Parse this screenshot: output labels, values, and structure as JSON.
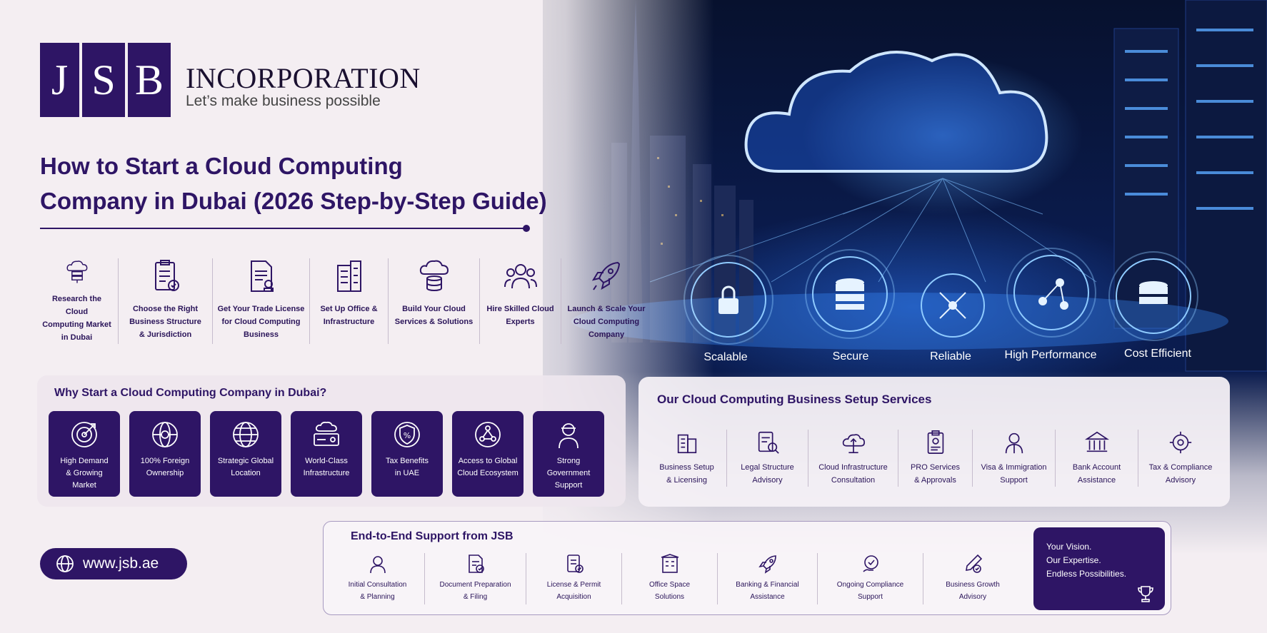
{
  "brand": {
    "letters": [
      "J",
      "S",
      "B"
    ],
    "name": "INCORPORATION",
    "tagline": "Let’s make business possible"
  },
  "title": {
    "line1": "How to Start a Cloud Computing",
    "line2": "Company in Dubai (2026 Step-by-Step Guide)"
  },
  "steps": [
    {
      "icon": "cloud-server-icon",
      "l1": "Research the Cloud",
      "l2": "Computing Market",
      "l3": "in Dubai"
    },
    {
      "icon": "clipboard-check-icon",
      "l1": "Choose the Right",
      "l2": "Business Structure",
      "l3": "& Jurisdiction"
    },
    {
      "icon": "document-stamp-icon",
      "l1": "Get Your Trade License",
      "l2": "for Cloud Computing",
      "l3": "Business"
    },
    {
      "icon": "office-building-icon",
      "l1": "Set Up Office &",
      "l2": "Infrastructure",
      "l3": ""
    },
    {
      "icon": "cloud-database-icon",
      "l1": "Build Your Cloud",
      "l2": "Services & Solutions",
      "l3": ""
    },
    {
      "icon": "team-icon",
      "l1": "Hire Skilled Cloud",
      "l2": "Experts",
      "l3": ""
    },
    {
      "icon": "rocket-icon",
      "l1": "Launch & Scale Your",
      "l2": "Cloud Computing",
      "l3": "Company"
    }
  ],
  "hero_labels": [
    "Scalable",
    "Secure",
    "Reliable",
    "High Performance",
    "Cost Efficient"
  ],
  "why": {
    "title": "Why Start a Cloud Computing Company in Dubai?",
    "cards": [
      {
        "icon": "target-growth-icon",
        "l1": "High Demand",
        "l2": "& Growing",
        "l3": "Market"
      },
      {
        "icon": "globe-ownership-icon",
        "l1": "100% Foreign",
        "l2": "Ownership",
        "l3": ""
      },
      {
        "icon": "globe-icon",
        "l1": "Strategic Global",
        "l2": "Location",
        "l3": ""
      },
      {
        "icon": "infrastructure-icon",
        "l1": "World-Class",
        "l2": "Infrastructure",
        "l3": ""
      },
      {
        "icon": "tax-shield-icon",
        "l1": "Tax Benefits",
        "l2": "in UAE",
        "l3": ""
      },
      {
        "icon": "network-icon",
        "l1": "Access to Global",
        "l2": "Cloud Ecosystem",
        "l3": ""
      },
      {
        "icon": "government-support-icon",
        "l1": "Strong",
        "l2": "Government",
        "l3": "Support"
      }
    ]
  },
  "services": {
    "title": "Our Cloud Computing Business Setup Services",
    "items": [
      {
        "icon": "building-license-icon",
        "l1": "Business Setup",
        "l2": "& Licensing"
      },
      {
        "icon": "legal-search-icon",
        "l1": "Legal Structure",
        "l2": "Advisory"
      },
      {
        "icon": "cloud-upload-icon",
        "l1": "Cloud Infrastructure",
        "l2": "Consultation"
      },
      {
        "icon": "pro-clipboard-icon",
        "l1": "PRO Services",
        "l2": "& Approvals"
      },
      {
        "icon": "passport-person-icon",
        "l1": "Visa & Immigration",
        "l2": "Support"
      },
      {
        "icon": "bank-icon",
        "l1": "Bank Account",
        "l2": "Assistance"
      },
      {
        "icon": "compliance-gear-icon",
        "l1": "Tax & Compliance",
        "l2": "Advisory"
      }
    ]
  },
  "website": "www.jsb.ae",
  "e2e": {
    "title": "End-to-End Support from JSB",
    "items": [
      {
        "icon": "consultation-icon",
        "l1": "Initial Consultation",
        "l2": "& Planning"
      },
      {
        "icon": "document-check-icon",
        "l1": "Document Preparation",
        "l2": "& Filing"
      },
      {
        "icon": "permit-icon",
        "l1": "License & Permit",
        "l2": "Acquisition"
      },
      {
        "icon": "office-icon",
        "l1": "Office Space",
        "l2": "Solutions"
      },
      {
        "icon": "banking-rocket-icon",
        "l1": "Banking & Financial",
        "l2": "Assistance"
      },
      {
        "icon": "compliance-icon",
        "l1": "Ongoing Compliance",
        "l2": "Support"
      },
      {
        "icon": "growth-pen-icon",
        "l1": "Business Growth",
        "l2": "Advisory"
      }
    ],
    "vision": [
      "Your Vision.",
      "Our Expertise.",
      "Endless Possibilities."
    ]
  },
  "colors": {
    "brand": "#2e1565",
    "hero": "#0b1d52",
    "glow": "#5aa8ff"
  }
}
